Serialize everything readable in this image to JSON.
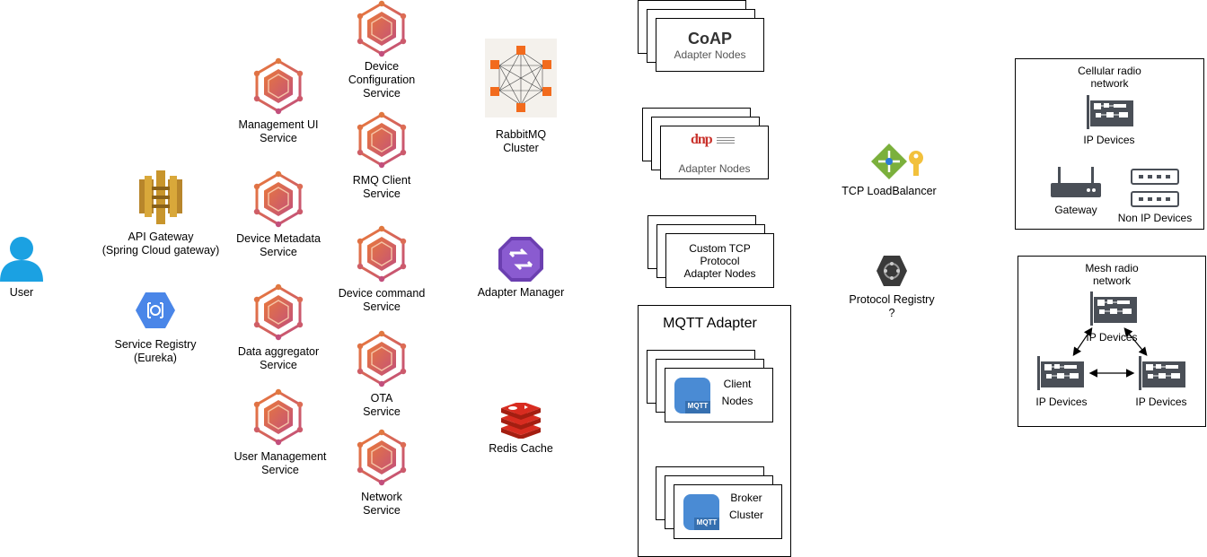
{
  "user": {
    "label": "User"
  },
  "gateway": {
    "label": "API Gateway\n(Spring Cloud gateway)"
  },
  "registry": {
    "label": "Service Registry\n(Eureka)"
  },
  "services_col1": [
    {
      "label": "Management UI\nService"
    },
    {
      "label": "Device Metadata\nService"
    },
    {
      "label": "Data aggregator\nService"
    },
    {
      "label": "User Management\nService"
    }
  ],
  "services_col2": [
    {
      "label": "Device\nConfiguration\nService"
    },
    {
      "label": "RMQ Client\nService"
    },
    {
      "label": "Device command\nService"
    },
    {
      "label": "OTA\nService"
    },
    {
      "label": "Network\nService"
    }
  ],
  "rabbitmq": {
    "label": "RabbitMQ\nCluster"
  },
  "adapter_manager": {
    "label": "Adapter Manager"
  },
  "redis": {
    "label": "Redis Cache"
  },
  "coap": {
    "title": "CoAP",
    "subtitle": "Adapter Nodes"
  },
  "dnp": {
    "logo_text": "dnp",
    "subtitle": "Adapter Nodes"
  },
  "custom_tcp": {
    "label": "Custom TCP\nProtocol\nAdapter Nodes"
  },
  "mqtt": {
    "title": "MQTT Adapter",
    "client_label": "Client\nNodes",
    "broker_label": "Broker\nCluster",
    "badge": "MQTT"
  },
  "tcp_lb": {
    "label": "TCP LoadBalancer"
  },
  "protocol_registry": {
    "label": "Protocol Registry\n?"
  },
  "cellular": {
    "title": "Cellular radio\nnetwork",
    "ip_devices": "IP Devices",
    "gateway": "Gateway",
    "non_ip": "Non IP Devices"
  },
  "mesh": {
    "title": "Mesh radio\nnetwork",
    "top": "IP Devices",
    "left": "IP Devices",
    "right": "IP Devices"
  },
  "colors": {
    "hex_orange": "#e06b4a",
    "hex_pink": "#c2567a",
    "gateway_gold": "#c8952c",
    "registry_blue": "#4a86e8",
    "adapter_purple": "#7b4fbf",
    "redis_red": "#c6302b",
    "mqtt_blue": "#4a8bd4",
    "lb_green": "#7bb03c"
  }
}
